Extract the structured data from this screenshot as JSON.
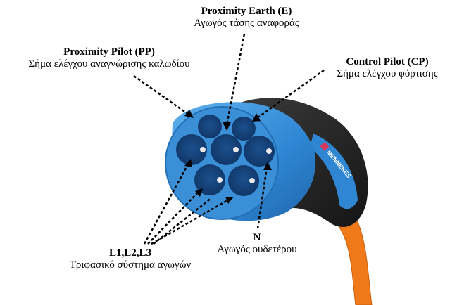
{
  "labels": {
    "proximity_earth": {
      "title": "Proximity Earth (E)",
      "subtitle": "Αγωγός τάσης αναφοράς"
    },
    "proximity_pilot": {
      "title": "Proximity Pilot (PP)",
      "subtitle": "Σήμα ελέγχου αναγνώρισης  καλωδίου"
    },
    "control_pilot": {
      "title": "Control Pilot (CP)",
      "subtitle": "Σήμα ελέγχου φόρτισης"
    },
    "neutral": {
      "title": "N",
      "subtitle": "Αγωγός ουδετέρου"
    },
    "phases": {
      "title": "L1,L2,L3",
      "subtitle": "Τριφασικό σύστημα αγωγών"
    }
  },
  "brand": "MENNEKES",
  "colors": {
    "connector_blue": "#3b8fd6",
    "handle_black": "#222222",
    "cable_orange": "#f07a1a"
  }
}
